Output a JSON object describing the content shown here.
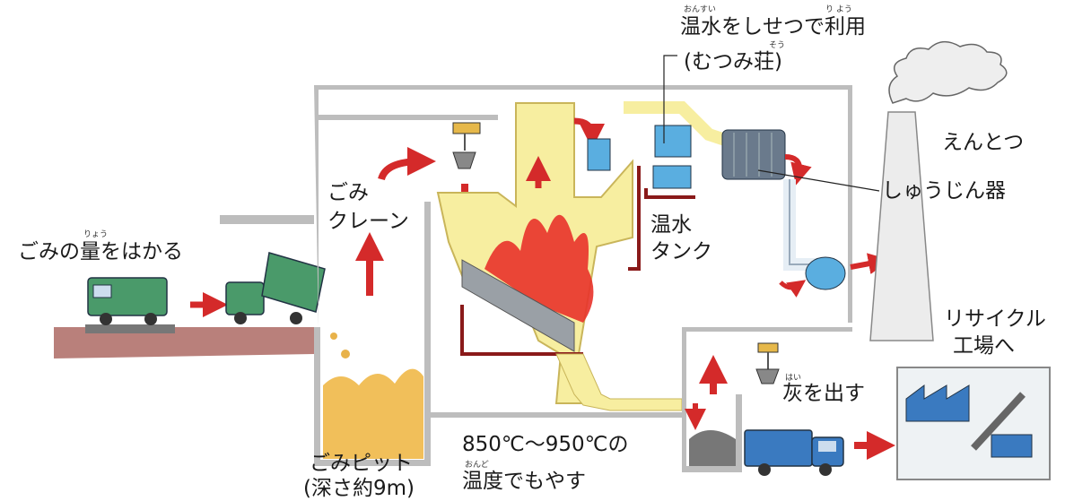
{
  "labels": {
    "weigh": "ごみの量をはかる",
    "weigh_furigana": "りょう",
    "crane_line1": "ごみ",
    "crane_line2": "クレーン",
    "pit_line1": "ごみピット",
    "pit_line2": "(深さ約9m)",
    "burn_line1": "850℃〜950℃の",
    "burn_line2": "温度でもやす",
    "burn_furigana": "おんど",
    "hotwater_use_line1": "温水をしせつで利用",
    "hotwater_use_furigana1": "おんすい",
    "hotwater_use_furigana2": "り よう",
    "hotwater_use_line2": "(むつみ荘)",
    "hotwater_use_furigana3": "そう",
    "tank_line1": "温水",
    "tank_line2": "タンク",
    "chimney": "えんとつ",
    "dust_collector": "しゅうじん器",
    "ash_out": "灰を出す",
    "ash_furigana": "はい",
    "recycle_line1": "リサイクル",
    "recycle_line2": "工場へ"
  },
  "colors": {
    "arrow": "#d42a2a",
    "pipe": "#8a1a1a",
    "furnace": "#f7eea0",
    "flame": "#e8322a",
    "truck": "#4a9a6a",
    "ash_truck": "#3a7ac0",
    "ground": "#a8605a",
    "building": "#f2f2f2",
    "chimney": "#ececec"
  }
}
